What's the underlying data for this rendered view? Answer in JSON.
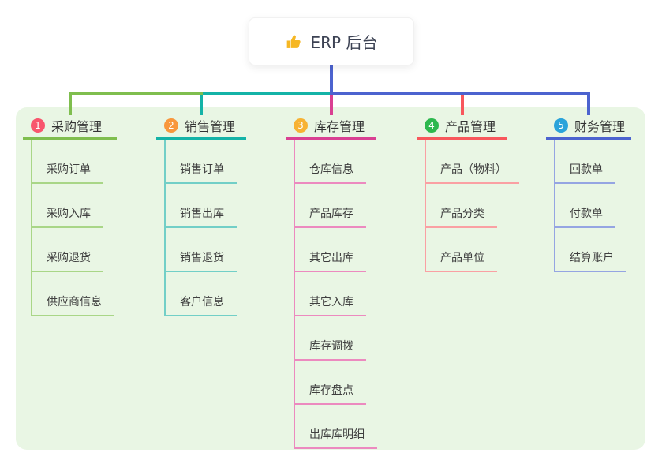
{
  "root": {
    "label": "ERP 后台",
    "icon": "thumbs-up-icon",
    "icon_color": "#f6b723"
  },
  "panel_bg": "#e9f6e4",
  "connector_color": "#4c63cf",
  "branches": [
    {
      "index": "1",
      "title": "采购管理",
      "color": "#7fbe4e",
      "light_color": "#a9d687",
      "badge_color": "#f8566d",
      "children": [
        "采购订单",
        "采购入库",
        "采购退货",
        "供应商信息"
      ]
    },
    {
      "index": "2",
      "title": "销售管理",
      "color": "#14b3a7",
      "light_color": "#72cfc7",
      "badge_color": "#f8973c",
      "children": [
        "销售订单",
        "销售出库",
        "销售退货",
        "客户信息"
      ]
    },
    {
      "index": "3",
      "title": "库存管理",
      "color": "#d94092",
      "light_color": "#ec8abf",
      "badge_color": "#f7b233",
      "children": [
        "仓库信息",
        "产品库存",
        "其它出库",
        "其它入库",
        "库存调拨",
        "库存盘点",
        "出库库明细"
      ]
    },
    {
      "index": "4",
      "title": "产品管理",
      "color": "#f8575c",
      "light_color": "#faa0a3",
      "badge_color": "#2db84e",
      "children": [
        "产品（物料）",
        "产品分类",
        "产品单位"
      ]
    },
    {
      "index": "5",
      "title": "财务管理",
      "color": "#4c63cf",
      "light_color": "#95a5e2",
      "badge_color": "#2aa3da",
      "children": [
        "回款单",
        "付款单",
        "结算账户"
      ]
    }
  ]
}
